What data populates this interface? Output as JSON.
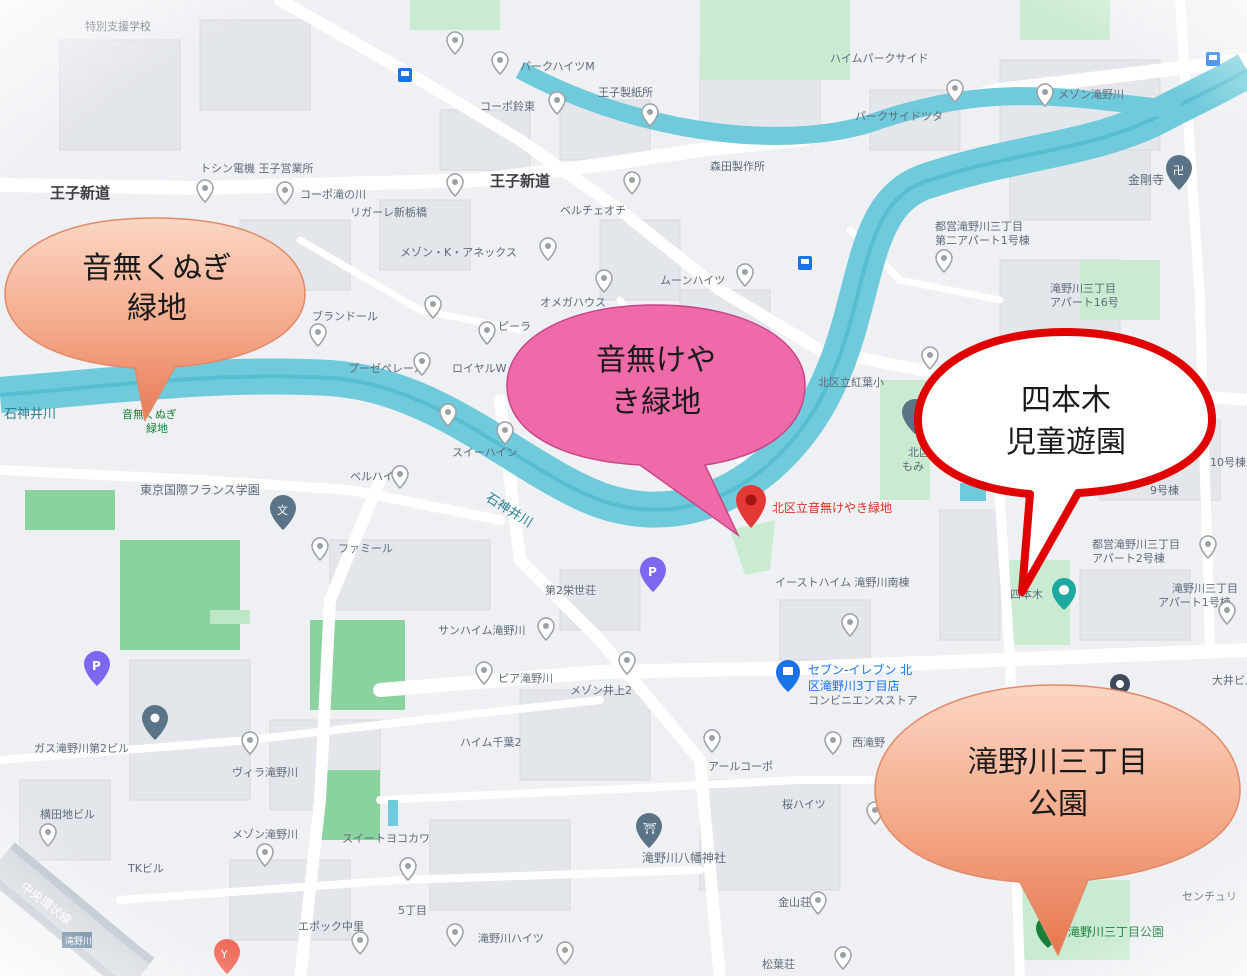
{
  "callouts": [
    {
      "lines": [
        "音無くぬぎ",
        "緑地"
      ],
      "style": "salmon"
    },
    {
      "lines": [
        "音無けや",
        "き緑地"
      ],
      "style": "pink"
    },
    {
      "lines": [
        "四本木",
        "児童遊園"
      ],
      "style": "white-red"
    },
    {
      "lines": [
        "滝野川三丁目",
        "公園"
      ],
      "style": "salmon"
    }
  ],
  "roads": {
    "oji_shindo_left": "王子新道",
    "oji_shindo_right": "王子新道"
  },
  "river": {
    "name_main": "石神井川",
    "name_left": "石神井川"
  },
  "pois": {
    "keyaki_ryokuchi": "北区立音無けやき緑地",
    "seven_eleven_1": "セブン-イレブン 北",
    "seven_eleven_2": "区滝野川3丁目店",
    "seven_eleven_3": "コンビニエンスストア",
    "sanchome_park": "滝野川三丁目公園",
    "french_school": "東京国際フランス学園",
    "hachiman": "滝野川八幡神社",
    "kunugi_1": "音無くぬぎ",
    "kunugi_2": "緑地",
    "hikawa_jinja": "金剛寺",
    "central_line": "中央環状線",
    "takinogawa_badge": "滝野川"
  },
  "labels": {
    "tokubetsu": "特別支援学校",
    "parkmiM": "パークハイツM",
    "kobo": "コーポ鈴東",
    "oji_seishi": "王子製紙所",
    "heim_park": "ハイムパークサイド",
    "maison_takino": "メゾン滝野川",
    "parkside_tsuta": "パークサイドツタ",
    "toshin_denki": "トシン電機 王子営業所",
    "corp_takino": "コーポ滝の川",
    "ligale": "リガーレ新栃橋",
    "morita": "森田製作所",
    "veltier": "ベルチェオチ",
    "maison_k": "メゾン・K・アネックス",
    "moon_heights": "ムーンハイツ",
    "omega_house": "オメガハウス",
    "brandor": "ブランドール",
    "pira": "ピーラ",
    "la_zeperele": "プーゼペレール",
    "royal_w": "ロイヤルW",
    "sui_heim": "スイーハイン",
    "belle_heim": "ベルハイム",
    "famille": "ファミール",
    "dai2_higashi": "第2栄世荘",
    "sun_heim": "サンハイム滝野川",
    "east_heim": "イーストハイム 滝野川南棟",
    "pia_takino": "ピア滝野川",
    "maison_ii": "メゾン井上2",
    "heim_chiba": "ハイム千葉2",
    "villa_takino": "ヴィラ滝野川",
    "al_corp": "アールコーポ",
    "nishi_takino": "西滝野",
    "sakura_heim": "桜ハイツ",
    "gas_building": "ガス滝野川第2ビル",
    "yokota": "横田地ビル",
    "maison_shin": "メゾン滝野川",
    "sweet_yokogawa": "スイートヨコカワ",
    "tk_building": "TKビル",
    "epoch": "エポック中里",
    "five_chome": "5丁目",
    "takino_heim": "滝野川ハイツ",
    "kanayama": "金山荘",
    "matsuba": "松葉荘",
    "century": "センチュリ",
    "oi_building": "大井ビル",
    "toei_3a": "都営滝野川三丁目",
    "toei_3b": "第二アパート1号棟",
    "toei_3c": "滝野川三丁目",
    "toei_3d": "アパート16号",
    "toei_3e": "都営滝野川三丁目",
    "toei_3f": "アパート2号棟",
    "toei_3g": "滝野川三丁目",
    "toei_3h": "アパート1号棟",
    "kita_elem": "北区立紅葉小",
    "kita_momiji": "北区立",
    "momiji2": "もみ",
    "heim_10": "10号棟",
    "heim_mokuji": "9号棟",
    "yotsumoto": "四本木"
  }
}
